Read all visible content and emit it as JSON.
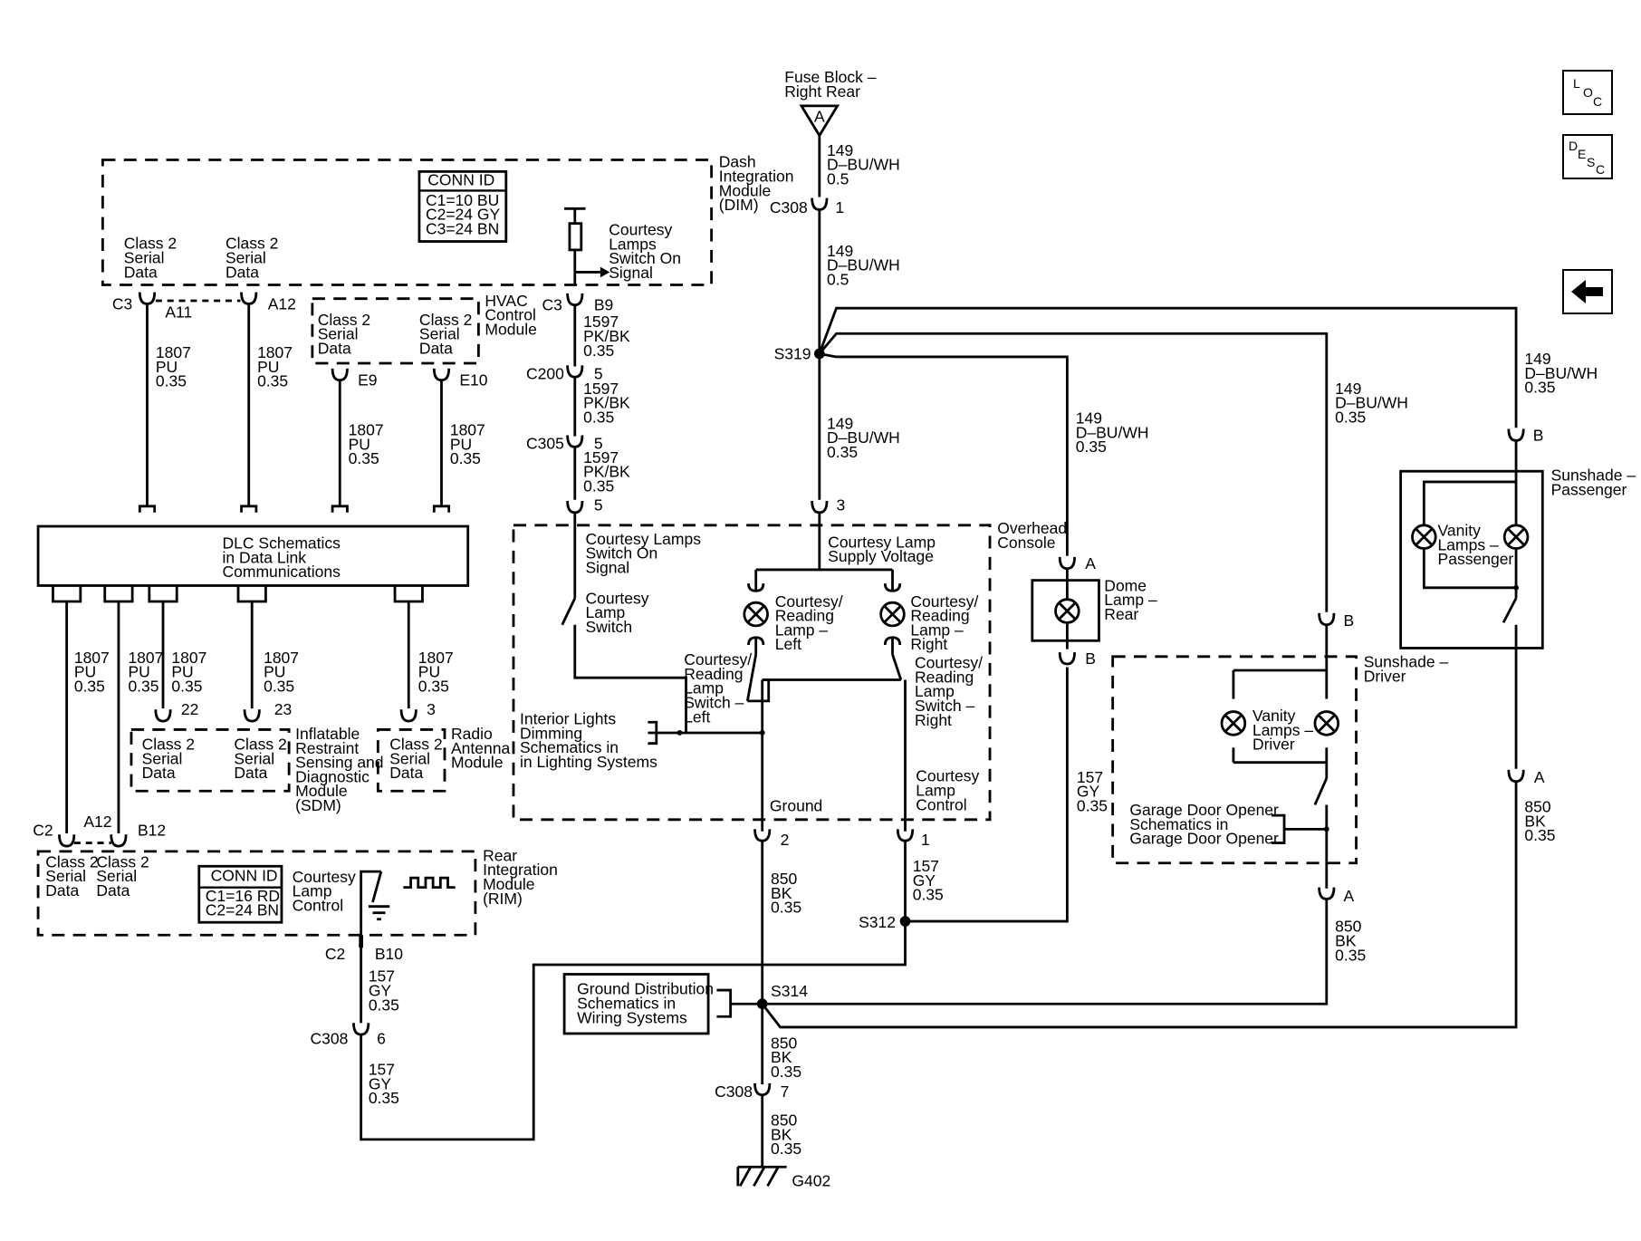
{
  "nav": {
    "loc": [
      "L",
      "O",
      "C"
    ],
    "desc": [
      "D",
      "E",
      "S",
      "C"
    ],
    "back_icon": "left-arrow-icon"
  },
  "labels": {
    "fuse_block": [
      "Fuse Block –",
      "Right Rear"
    ],
    "fuse_letter": "A",
    "dim_module": [
      "Dash",
      "Integration",
      "Module",
      "(DIM)"
    ],
    "conn_id_title": "CONN ID",
    "dim_conn": [
      "C1=10 BU",
      "C2=24 GY",
      "C3=24 BN"
    ],
    "rim_conn": [
      "C1=16 RD",
      "C2=24 BN"
    ],
    "class2": [
      "Class 2",
      "Serial",
      "Data"
    ],
    "courtesy_switch_on": [
      "Courtesy",
      "Lamps",
      "Switch On",
      "Signal"
    ],
    "hvac": [
      "HVAC",
      "Control",
      "Module"
    ],
    "dlc": [
      "DLC Schematics",
      "in Data Link",
      "Communications"
    ],
    "sdm": [
      "Inflatable",
      "Restraint",
      "Sensing and",
      "Diagnostic",
      "Module",
      "(SDM)"
    ],
    "radio": [
      "Radio",
      "Antenna",
      "Module"
    ],
    "rim": [
      "Rear",
      "Integration",
      "Module",
      "(RIM)"
    ],
    "rim_courtesy": [
      "Courtesy",
      "Lamp",
      "Control"
    ],
    "overhead": [
      "Overhead",
      "Console"
    ],
    "oc_switch_on": [
      "Courtesy Lamps",
      "Switch On",
      "Signal"
    ],
    "oc_supply": [
      "Courtesy Lamp",
      "Supply Voltage"
    ],
    "courtesy_lamp_switch": [
      "Courtesy",
      "Lamp",
      "Switch"
    ],
    "reading_left": [
      "Courtesy/",
      "Reading",
      "Lamp –",
      "Left"
    ],
    "reading_right": [
      "Courtesy/",
      "Reading",
      "Lamp –",
      "Right"
    ],
    "switch_left": [
      "Courtesy/",
      "Reading",
      "Lamp",
      "Switch –",
      "Left"
    ],
    "switch_right": [
      "Courtesy/",
      "Reading",
      "Lamp",
      "Switch –",
      "Right"
    ],
    "dimming": [
      "Interior Lights",
      "Dimming",
      "Schematics in",
      "in Lighting Systems"
    ],
    "ground": "Ground",
    "courtesy_control": [
      "Courtesy",
      "Lamp",
      "Control"
    ],
    "dome": [
      "Dome",
      "Lamp –",
      "Rear"
    ],
    "sunshade_pass": [
      "Sunshade –",
      "Passenger"
    ],
    "vanity_pass": [
      "Vanity",
      "Lamps –",
      "Passenger"
    ],
    "sunshade_driver": [
      "Sunshade –",
      "Driver"
    ],
    "vanity_driver": [
      "Vanity",
      "Lamps –",
      "Driver"
    ],
    "garage": [
      "Garage Door Opener",
      "Schematics in",
      "Garage Door Opener"
    ],
    "ground_dist": [
      "Ground Distribution",
      "Schematics in",
      "Wiring Systems"
    ],
    "splices": {
      "s319": "S319",
      "s312": "S312",
      "s314": "S314",
      "g402": "G402"
    }
  },
  "wires": {
    "w149": [
      "149",
      "D–BU/WH",
      "0.5"
    ],
    "w149_35": [
      "149",
      "D–BU/WH",
      "0.35"
    ],
    "w1807": [
      "1807",
      "PU",
      "0.35"
    ],
    "w1597": [
      "1597",
      "PK/BK",
      "0.35"
    ],
    "w157": [
      "157",
      "GY",
      "0.35"
    ],
    "w850": [
      "850",
      "BK",
      "0.35"
    ]
  },
  "connectors": {
    "C308": "C308",
    "C3": "C3",
    "C200": "C200",
    "C305": "C305",
    "C2": "C2",
    "A11": "A11",
    "A12": "A12",
    "B9": "B9",
    "E9": "E9",
    "E10": "E10",
    "B12": "B12",
    "B10": "B10",
    "p1": "1",
    "p2": "2",
    "p3": "3",
    "p5": "5",
    "p6": "6",
    "p7": "7",
    "p22": "22",
    "p23": "23",
    "A": "A",
    "B": "B"
  }
}
